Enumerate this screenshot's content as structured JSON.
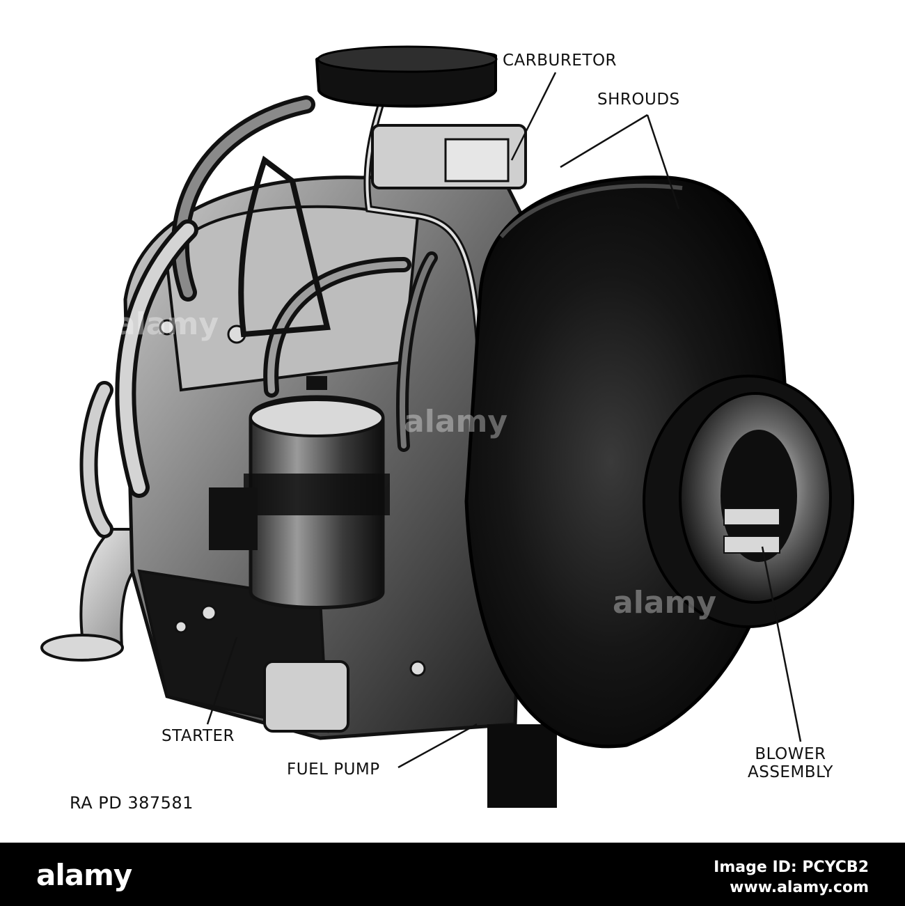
{
  "labels": {
    "carburetor": "CARBURETOR",
    "shrouds": "SHROUDS",
    "starter": "STARTER",
    "fuel_pump": "FUEL PUMP",
    "blower_line1": "BLOWER",
    "blower_line2": "ASSEMBLY",
    "figure_id": "RA PD 387581"
  },
  "watermark": {
    "text": "alamy"
  },
  "footer": {
    "logo": "alamy",
    "image_id": "Image ID: PCYCB2",
    "site": "www.alamy.com"
  },
  "colors": {
    "ink": "#111111",
    "background": "#ffffff",
    "footer": "#000000"
  }
}
